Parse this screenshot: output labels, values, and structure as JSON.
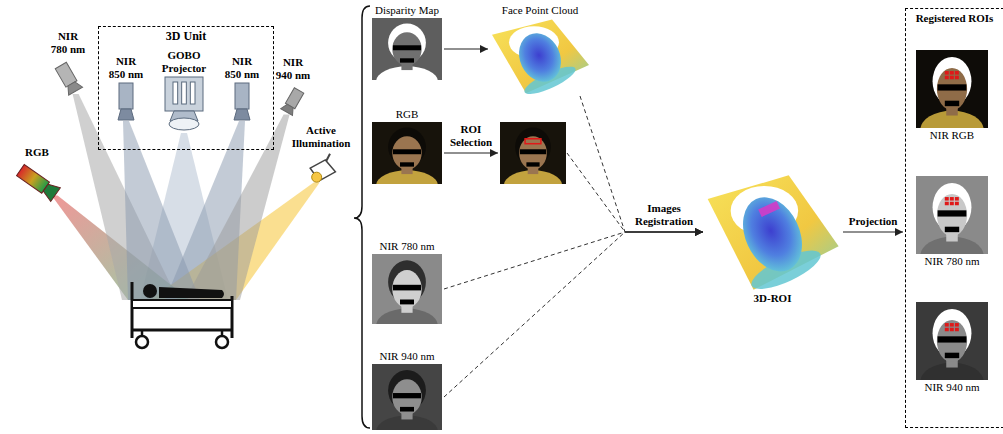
{
  "diagram": {
    "nodes": [
      {
        "text": [
          "RGB"
        ]
      },
      {
        "text": [
          "NIR 780 nm"
        ]
      },
      {
        "text": [
          "3D Unit"
        ]
      },
      {
        "text": [
          "NIR 850 nm"
        ],
        "in": 2
      },
      {
        "text": [
          "GOBO Projector"
        ],
        "in": 2
      },
      {
        "text": [
          "NIR 850 nm"
        ],
        "in": 2
      },
      {
        "text": [
          "NIR 940 nm"
        ]
      },
      {
        "text": [
          "Active Illumination"
        ]
      },
      {
        "text": [
          "Disparity Map"
        ]
      },
      {
        "text": [
          "Face Point Cloud"
        ]
      },
      {
        "text": [
          "RGB"
        ]
      },
      {
        "text": [
          "NIR 780 nm"
        ]
      },
      {
        "text": [
          "NIR 940 nm"
        ]
      },
      {
        "text": [
          "3D-ROI"
        ]
      },
      {
        "text": [
          "Registered ROIs"
        ]
      },
      {
        "text": [
          "NIR RGB"
        ],
        "in": 14
      },
      {
        "text": [
          "NIR 780 nm"
        ],
        "in": 14
      },
      {
        "text": [
          "NIR 940 nm"
        ],
        "in": 14
      }
    ],
    "edges": [
      {
        "from": 8,
        "to": 9,
        "arrow": "to"
      },
      {
        "from": 9,
        "to": 13,
        "label": "Images Registration",
        "arrow": "to"
      },
      {
        "from": 11,
        "to": 13,
        "arrow": "to"
      },
      {
        "from": 12,
        "to": 13,
        "arrow": "to"
      },
      {
        "from": 13,
        "to": 14,
        "label": "Projection",
        "arrow": "to"
      }
    ],
    "labels": [
      "ROI Selection"
    ]
  }
}
